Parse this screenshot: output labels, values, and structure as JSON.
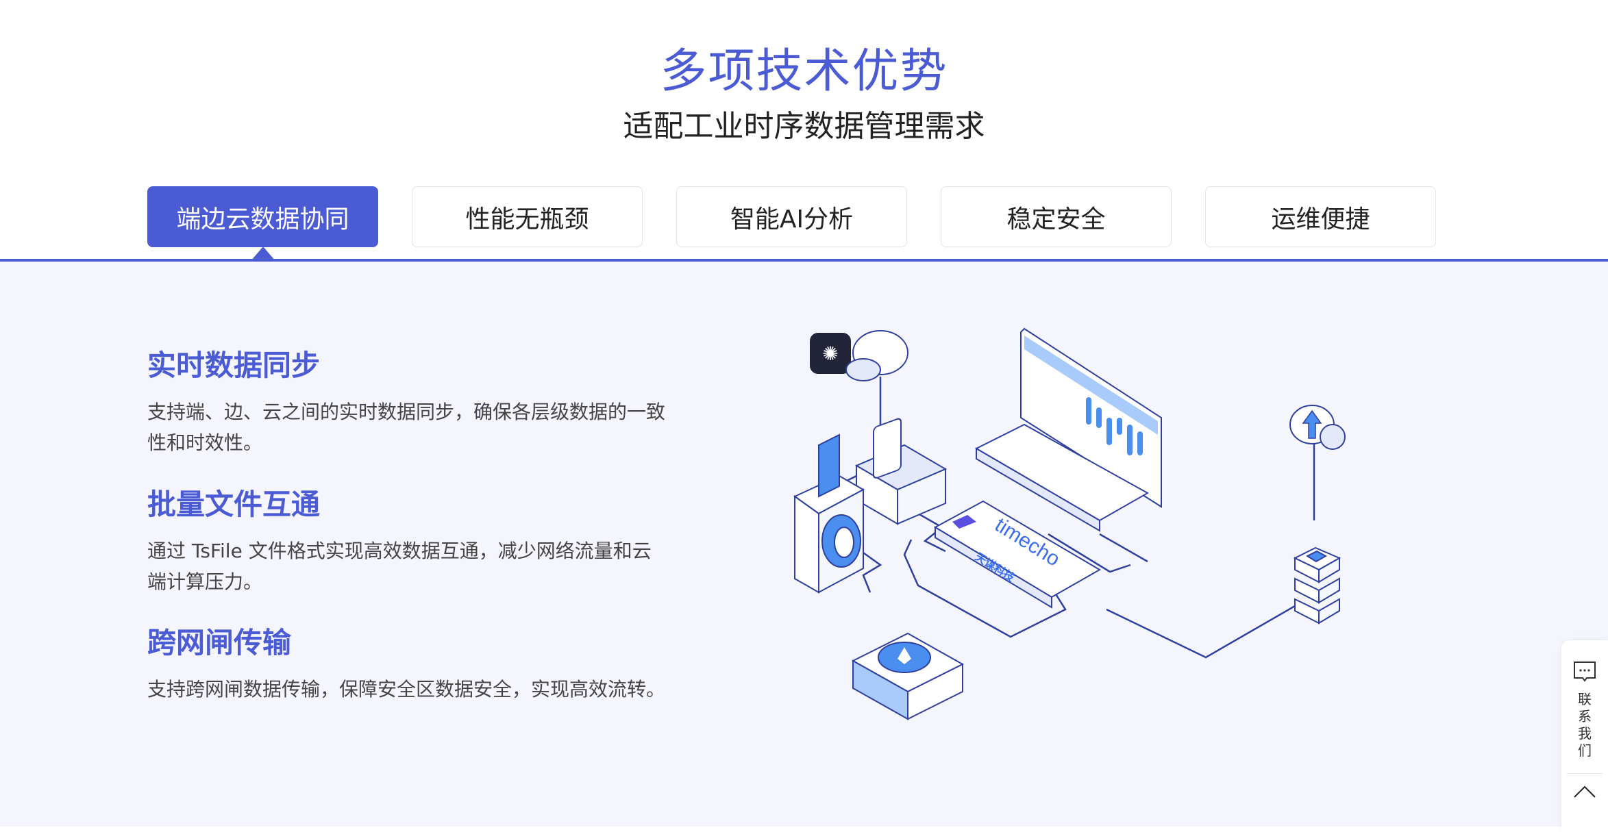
{
  "header": {
    "title": "多项技术优势",
    "subtitle": "适配工业时序数据管理需求"
  },
  "tabs": [
    {
      "label": "端边云数据协同",
      "active": true
    },
    {
      "label": "性能无瓶颈"
    },
    {
      "label": "智能AI分析"
    },
    {
      "label": "稳定安全"
    },
    {
      "label": "运维便捷"
    }
  ],
  "features": [
    {
      "title": "实时数据同步",
      "desc": "支持端、边、云之间的实时数据同步，确保各层级数据的一致性和时效性。"
    },
    {
      "title": "批量文件互通",
      "desc": "通过 TsFile 文件格式实现高效数据互通，减少网络流量和云端计算压力。"
    },
    {
      "title": "跨网闸传输",
      "desc": "支持跨网闸数据传输，保障安全区数据安全，实现高效流转。"
    }
  ],
  "illustration": {
    "brand_en": "timecho",
    "brand_cn": "天谋科技"
  },
  "float": {
    "contact": "联系我们"
  },
  "colors": {
    "accent": "#4a5bd4",
    "panel_bg": "#f4f5fd",
    "illus_blue": "#4a8ef0"
  }
}
